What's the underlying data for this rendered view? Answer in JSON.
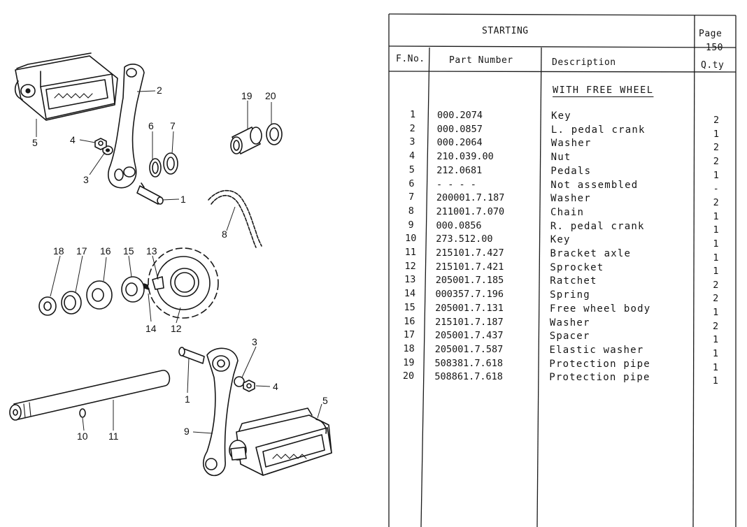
{
  "callouts": [
    {
      "id": "c2",
      "text": "2"
    },
    {
      "id": "c5a",
      "text": "5"
    },
    {
      "id": "c4a",
      "text": "4"
    },
    {
      "id": "c3a",
      "text": "3"
    },
    {
      "id": "c6",
      "text": "6"
    },
    {
      "id": "c7",
      "text": "7"
    },
    {
      "id": "c1a",
      "text": "1"
    },
    {
      "id": "c19",
      "text": "19"
    },
    {
      "id": "c20",
      "text": "20"
    },
    {
      "id": "c8",
      "text": "8"
    },
    {
      "id": "c18",
      "text": "18"
    },
    {
      "id": "c17",
      "text": "17"
    },
    {
      "id": "c16",
      "text": "16"
    },
    {
      "id": "c15",
      "text": "15"
    },
    {
      "id": "c13",
      "text": "13"
    },
    {
      "id": "c14",
      "text": "14"
    },
    {
      "id": "c12",
      "text": "12"
    },
    {
      "id": "c3b",
      "text": "3"
    },
    {
      "id": "c4b",
      "text": "4"
    },
    {
      "id": "c1b",
      "text": "1"
    },
    {
      "id": "c5b",
      "text": "5"
    },
    {
      "id": "c9",
      "text": "9"
    },
    {
      "id": "c10",
      "text": "10"
    },
    {
      "id": "c11",
      "text": "11"
    }
  ],
  "sheet": {
    "title": "STARTING",
    "page_label": "Page",
    "page_number": "150",
    "columns": {
      "fno": "F.No.",
      "part": "Part Number",
      "desc": "Description",
      "qty": "Q.ty"
    },
    "subtitle": "WITH FREE WHEEL",
    "rows": [
      {
        "fno": "1",
        "part": "000.2074",
        "desc": "Key",
        "qty": "2"
      },
      {
        "fno": "2",
        "part": "000.0857",
        "desc": "L. pedal crank",
        "qty": "1"
      },
      {
        "fno": "3",
        "part": "000.2064",
        "desc": "Washer",
        "qty": "2"
      },
      {
        "fno": "4",
        "part": "210.039.00",
        "desc": "Nut",
        "qty": "2"
      },
      {
        "fno": "5",
        "part": "212.0681",
        "desc": "Pedals",
        "qty": "1"
      },
      {
        "fno": "6",
        "part": "- - - -",
        "desc": "Not assembled",
        "qty": "-"
      },
      {
        "fno": "7",
        "part": "200001.7.187",
        "desc": "Washer",
        "qty": "2"
      },
      {
        "fno": "8",
        "part": "211001.7.070",
        "desc": "Chain",
        "qty": "1"
      },
      {
        "fno": "9",
        "part": "000.0856",
        "desc": "R. pedal crank",
        "qty": "1"
      },
      {
        "fno": "10",
        "part": "273.512.00",
        "desc": "Key",
        "qty": "1"
      },
      {
        "fno": "11",
        "part": "215101.7.427",
        "desc": "Bracket axle",
        "qty": "1"
      },
      {
        "fno": "12",
        "part": "215101.7.421",
        "desc": "Sprocket",
        "qty": "1"
      },
      {
        "fno": "13",
        "part": "205001.7.185",
        "desc": "Ratchet",
        "qty": "2"
      },
      {
        "fno": "14",
        "part": "000357.7.196",
        "desc": "Spring",
        "qty": "2"
      },
      {
        "fno": "15",
        "part": "205001.7.131",
        "desc": "Free wheel body",
        "qty": "1"
      },
      {
        "fno": "16",
        "part": "215101.7.187",
        "desc": "Washer",
        "qty": "2"
      },
      {
        "fno": "17",
        "part": "205001.7.437",
        "desc": "Spacer",
        "qty": "1"
      },
      {
        "fno": "18",
        "part": "205001.7.587",
        "desc": "Elastic washer",
        "qty": "1"
      },
      {
        "fno": "19",
        "part": "508381.7.618",
        "desc": "Protection pipe",
        "qty": "1"
      },
      {
        "fno": "20",
        "part": "508861.7.618",
        "desc": "Protection pipe",
        "qty": "1"
      }
    ]
  }
}
